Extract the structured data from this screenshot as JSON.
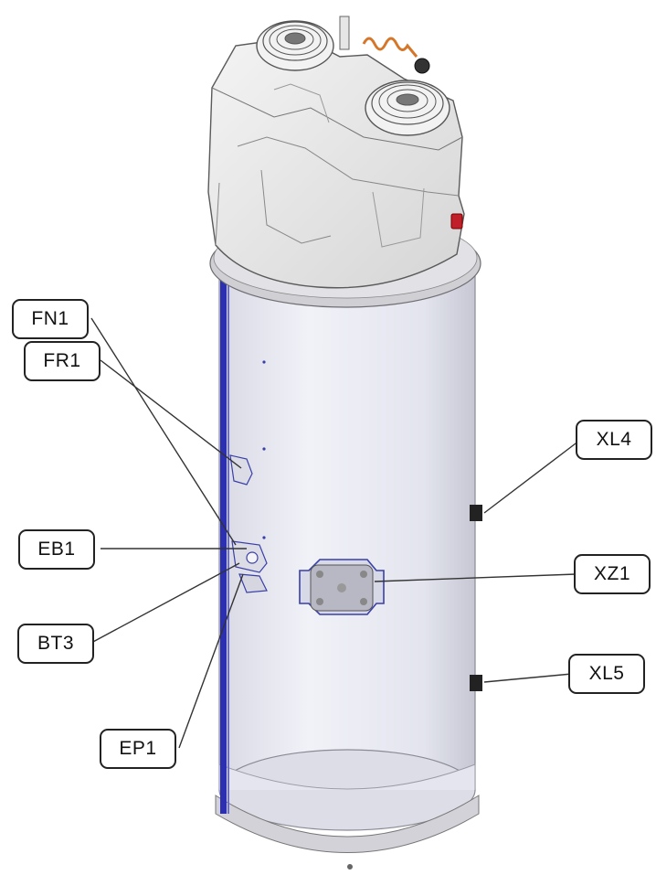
{
  "diagram": {
    "labels": {
      "fr1": "FR1",
      "fn1": "FN1",
      "eb1": "EB1",
      "bt3": "BT3",
      "ep1": "EP1",
      "xl4": "XL4",
      "xz1": "XZ1",
      "xl5": "XL5"
    },
    "colors": {
      "tank_body": "#e9eaf2",
      "tank_shadow": "#c9cad6",
      "trim_strip": "#2b2fb0",
      "top_housing": "#ececec",
      "housing_lines": "#666666",
      "ring": "#b9b9b9",
      "fan_grille": "#555555",
      "copper_pipe": "#d4772a",
      "red_fitting": "#c0202a",
      "panel_outline": "#3a3fa8",
      "leader_line": "#333333"
    }
  }
}
